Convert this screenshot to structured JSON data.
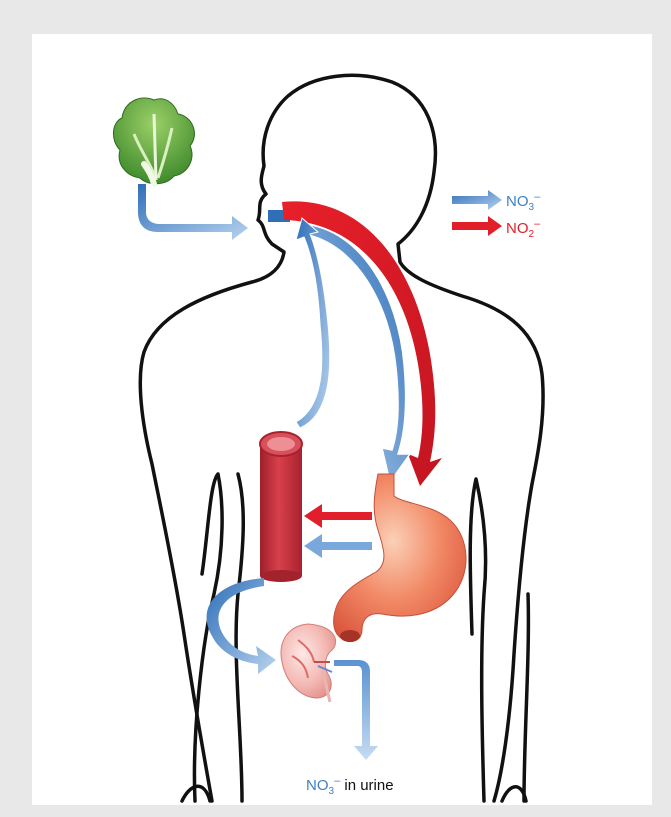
{
  "colors": {
    "page_background": "#e8e8e8",
    "panel_background": "#ffffff",
    "outline": "#111111",
    "nitrate_blue": "#3f7fc4",
    "nitrate_blue_light": "#a9c8ea",
    "nitrite_red": "#e01f2a",
    "blood_vessel": "#c8333f",
    "stomach": "#f07a5c"
  },
  "legend": {
    "nitrate": {
      "formula": "NO",
      "subscript": "3",
      "charge": "–"
    },
    "nitrite": {
      "formula": "NO",
      "subscript": "2",
      "charge": "–"
    }
  },
  "urine_label": {
    "formula": "NO",
    "subscript": "3",
    "charge": "–",
    "suffix": " in urine"
  },
  "icons": {
    "lettuce": "lettuce-icon",
    "blood_vessel": "blood-vessel-icon",
    "stomach": "stomach-icon",
    "kidney": "kidney-icon"
  }
}
